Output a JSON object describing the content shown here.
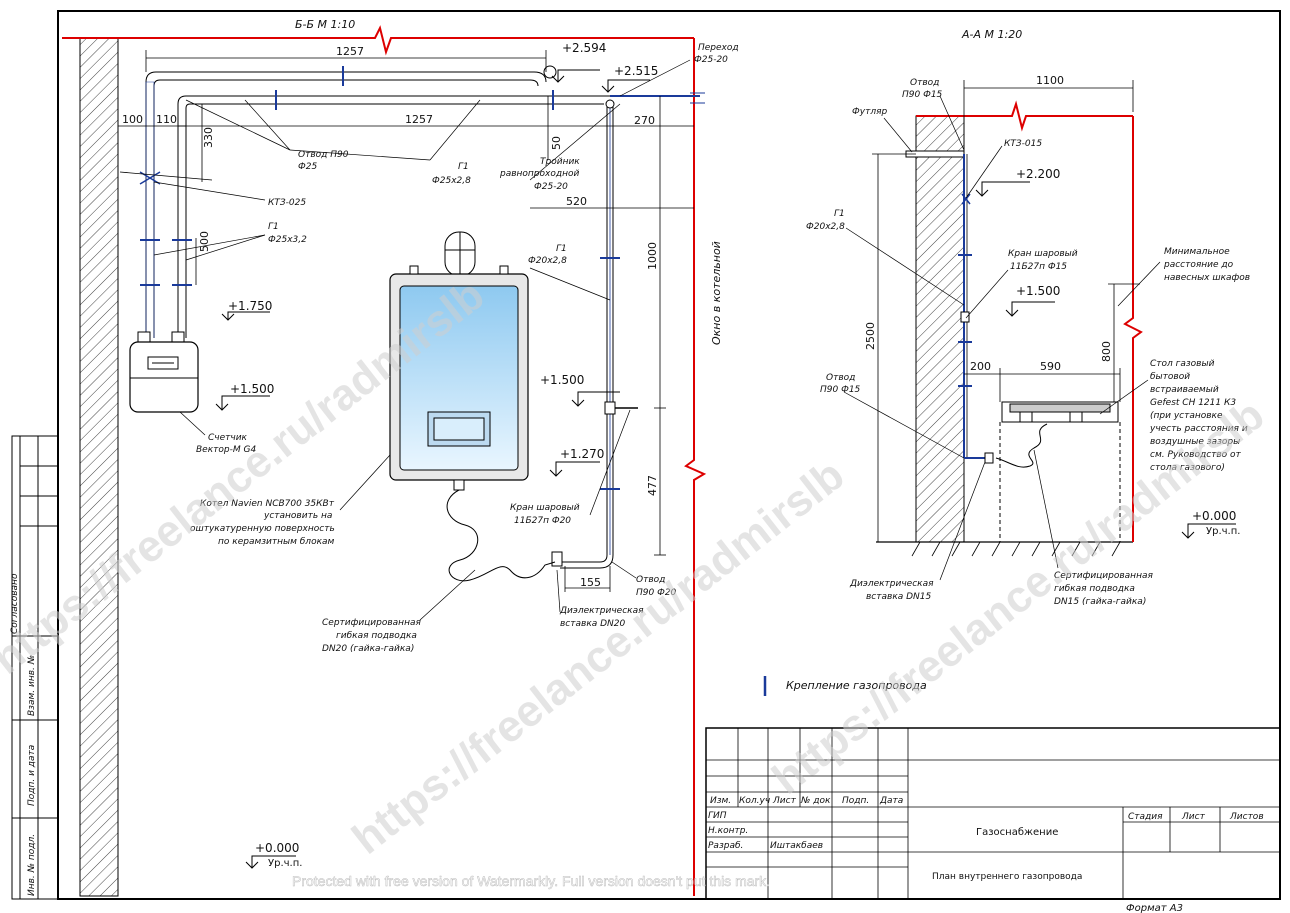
{
  "sections": {
    "bb": "Б-Б М 1:10",
    "aa": "А-А М 1:20"
  },
  "plan_bb": {
    "dims": {
      "d1257_top": "1257",
      "d1257_mid": "1257",
      "d100": "100",
      "d110": "110",
      "d330": "330",
      "d500": "500",
      "d50": "50",
      "d270": "270",
      "d520": "520",
      "d1000": "1000",
      "d477": "477",
      "d155": "155"
    },
    "levels": {
      "l2594": "+2.594",
      "l2515": "+2.515",
      "l1750": "+1.750",
      "l1500a": "+1.500",
      "l1500b": "+1.500",
      "l1270": "+1.270",
      "l0000": "+0.000",
      "floor": "Ур.ч.п."
    },
    "labels": {
      "perekhod1": "Переход",
      "perekhod2": "Ф25-20",
      "otvod25_1": "Отвод П90",
      "otvod25_2": "Ф25",
      "g1_25_1": "Г1",
      "g1_25_2": "Ф25х2,8",
      "troynik1": "Тройник",
      "troynik2": "равнопроходной",
      "troynik3": "Ф25-20",
      "kt3_025": "КТЗ-025",
      "g1_25x32_1": "Г1",
      "g1_25x32_2": "Ф25х3,2",
      "g1_20_1": "Г1",
      "g1_20_2": "Ф20х2,8",
      "window": "Окно в котельной",
      "meter1": "Счетчик",
      "meter2": "Вектор-М G4",
      "boiler1": "Котел Navien NCB700 35КВт",
      "boiler2": "установить на",
      "boiler3": "оштукатуренную поверхность",
      "boiler4": "по керамзитным блокам",
      "valve1": "Кран шаровый",
      "valve2": "11Б27п Ф20",
      "flex1": "Сертифицированная",
      "flex2": "гибкая подводка",
      "flex3": "DN20 (гайка-гайка)",
      "diel1": "Диэлектрическая",
      "diel2": "вставка DN20",
      "otvod20_1": "Отвод",
      "otvod20_2": "П90 Ф20"
    }
  },
  "section_aa": {
    "dims": {
      "d1100": "1100",
      "d2500": "2500",
      "d200": "200",
      "d590": "590",
      "d800": "800"
    },
    "levels": {
      "l2200": "+2.200",
      "l1500": "+1.500",
      "l0000": "+0.000",
      "floor": "Ур.ч.п."
    },
    "labels": {
      "otvod15top1": "Отвод",
      "otvod15top2": "П90 Ф15",
      "futlyar": "Футляр",
      "kt3_015": "КТЗ-015",
      "g1_20_1": "Г1",
      "g1_20_2": "Ф20х2,8",
      "valve1": "Кран шаровый",
      "valve2": "11Б27п Ф15",
      "minimal1": "Минимальное",
      "minimal2": "расстояние до",
      "minimal3": "навесных шкафов",
      "otvod15b1": "Отвод",
      "otvod15b2": "П90 Ф15",
      "stove1": "Стол газовый",
      "stove2": "бытовой",
      "stove3": "встраиваемый",
      "stove4": "Gefest СН 1211 К3",
      "stove5": "(при установке",
      "stove6": "учесть расстояния и",
      "stove7": "воздушные зазоры",
      "stove8": "см. Руководство от",
      "stove9": "стола газового)",
      "diel1": "Диэлектрическая",
      "diel2": "вставка DN15",
      "flex1": "Сертифицированная",
      "flex2": "гибкая подводка",
      "flex3": "DN15 (гайка-гайка)"
    }
  },
  "legend": {
    "label": "Крепление газопровода"
  },
  "side_stamp": {
    "c1": "Согласовано",
    "c2": "Взам. инв. №",
    "c3": "Подп. и дата",
    "c4": "Инв. № подл."
  },
  "title_block": {
    "h_izm": "Изм.",
    "h_koluch": "Кол.уч",
    "h_list": "Лист",
    "h_ndok": "№ док",
    "h_podp": "Подп.",
    "h_data": "Дата",
    "r_gip": "ГИП",
    "r_nkontr": "Н.контр.",
    "r_razrab": "Разраб.",
    "author": "Иштакбаев",
    "project": "Газоснабжение",
    "sheet_title": "План внутреннего газопровода",
    "stage": "Стадия",
    "sheet": "Лист",
    "sheets": "Листов",
    "format": "Формат А3"
  },
  "watermark": {
    "url": "https://freelance.ru/radmirslb",
    "notice": "Protected with free version of Watermarkly. Full version doesn't put this mark."
  }
}
